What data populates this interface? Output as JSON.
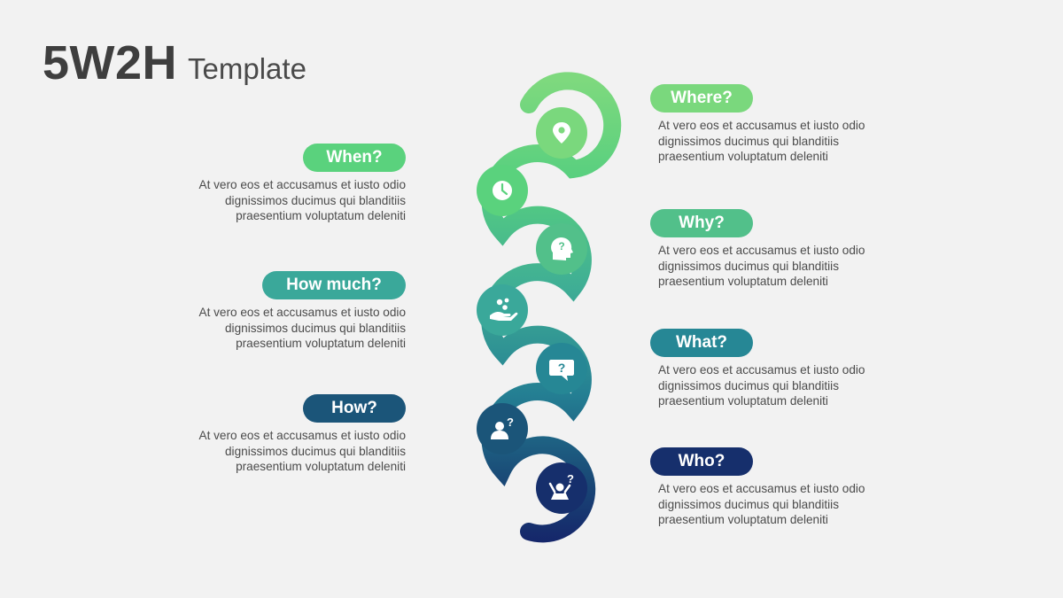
{
  "title": {
    "main": "5W2H",
    "sub": "Template"
  },
  "items": [
    {
      "key": "where",
      "label": "Where?",
      "side": "right",
      "color": "#7ad87d",
      "icon": "location-pin-icon",
      "text": "At vero eos et accusamus et iusto odio\ndignissimos  ducimus qui blanditiis\npraesentium voluptatum deleniti"
    },
    {
      "key": "when",
      "label": "When?",
      "side": "left",
      "color": "#5ad27d",
      "icon": "clock-icon",
      "text": "At vero eos et accusamus et iusto odio\ndignissimos  ducimus qui blanditiis\npraesentium voluptatum deleniti"
    },
    {
      "key": "why",
      "label": "Why?",
      "side": "right",
      "color": "#52c08a",
      "icon": "head-question-icon",
      "text": "At vero eos et accusamus et iusto odio\ndignissimos  ducimus qui blanditiis\npraesentium voluptatum deleniti"
    },
    {
      "key": "how_much",
      "label": "How much?",
      "side": "left",
      "color": "#3aa89a",
      "icon": "hand-coins-icon",
      "text": "At vero eos et accusamus et iusto odio\ndignissimos  ducimus qui blanditiis\npraesentium voluptatum deleniti"
    },
    {
      "key": "what",
      "label": "What?",
      "side": "right",
      "color": "#268795",
      "icon": "speech-question-icon",
      "text": "At vero eos et accusamus et iusto odio\ndignissimos  ducimus qui blanditiis\npraesentium voluptatum deleniti"
    },
    {
      "key": "how",
      "label": "How?",
      "side": "left",
      "color": "#1b5579",
      "icon": "person-question-icon",
      "text": "At vero eos et accusamus et iusto odio\ndignissimos  ducimus qui blanditiis\npraesentium voluptatum deleniti"
    },
    {
      "key": "who",
      "label": "Who?",
      "side": "right",
      "color": "#162f6c",
      "icon": "people-question-icon",
      "text": "At vero eos et accusamus et iusto odio\ndignissimos  ducimus qui blanditiis\npraesentium voluptatum deleniti"
    }
  ],
  "colors": {
    "top": "#7ed97e",
    "bottom": "#15266a",
    "background": "#f2f2f2"
  }
}
